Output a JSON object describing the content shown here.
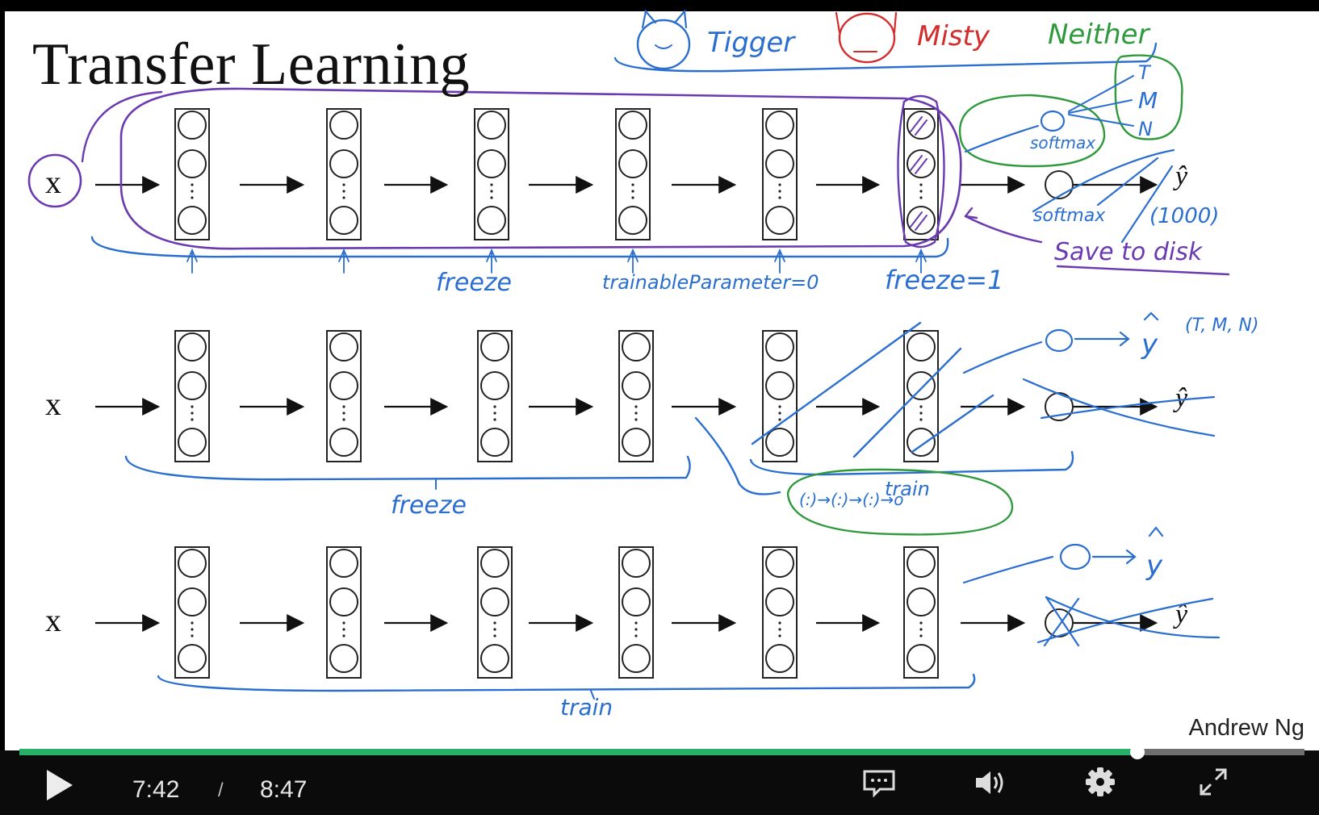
{
  "slide": {
    "title": "Transfer Learning",
    "author": "Andrew Ng",
    "input_label": "x",
    "output_label": "ŷ",
    "legend": {
      "tigger": "Tigger",
      "misty": "Misty",
      "neither": "Neither"
    },
    "annotations": {
      "row1_freeze": "freeze",
      "row1_trainable": "trainableParameter=0",
      "row1_freeze_eq": "freeze=1",
      "row1_softmax_new": "softmax",
      "row1_softmax_old": "softmax",
      "row1_outputs_t": "T",
      "row1_outputs_m": "M",
      "row1_outputs_n": "N",
      "row1_old_output": "(1000)",
      "row1_save": "Save to disk",
      "row2_freeze": "freeze",
      "row2_train": "train",
      "row2_classes": "(T, M, N)",
      "row3_train": "train",
      "hat_y": "ŷ"
    },
    "colors": {
      "ink_blue": "#2a6fcf",
      "ink_purple": "#6a3ab0",
      "ink_green": "#2e9a3c",
      "ink_red": "#d42b2b",
      "slide_bg": "#ffffff"
    }
  },
  "player": {
    "current_time": "7:42",
    "separator": "/",
    "duration": "8:47",
    "progress_fraction": 0.87,
    "icons": {
      "play": "play-icon",
      "captions": "captions-icon",
      "volume": "volume-icon",
      "settings": "gear-icon",
      "fullscreen": "fullscreen-icon"
    },
    "colors": {
      "progress": "#27b067",
      "track": "#6f6f6f",
      "bar_bg": "#0b0b0b"
    }
  }
}
